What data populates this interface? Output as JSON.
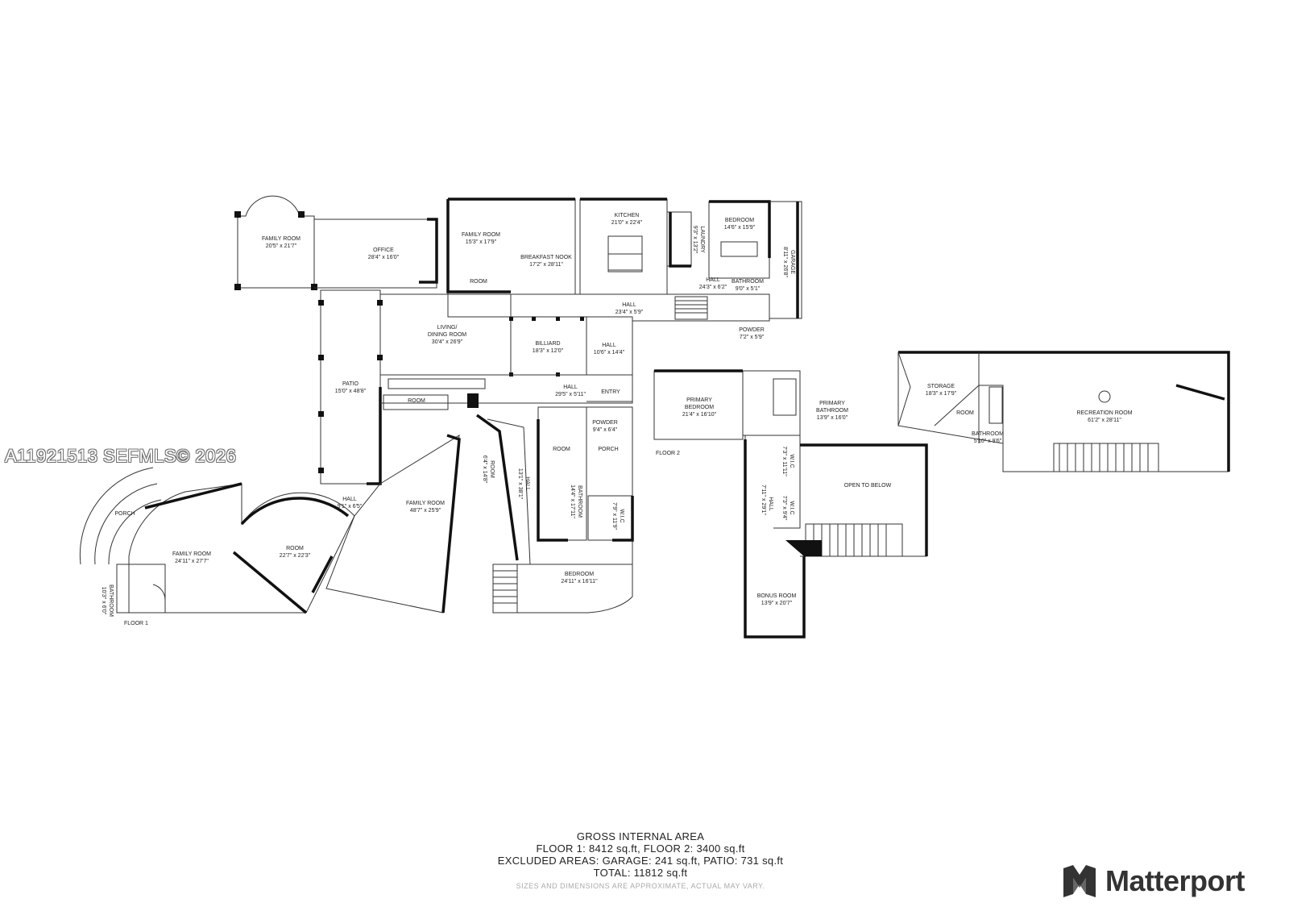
{
  "watermark": "A11921513  SEFMLS© 2026",
  "brand": {
    "name": "Matterport",
    "logo_icon": "matterport-logo-icon"
  },
  "area": {
    "title": "GROSS INTERNAL AREA",
    "line1": "FLOOR 1: 8412 sq.ft, FLOOR 2: 3400 sq.ft",
    "line2": "EXCLUDED AREAS: GARAGE: 241 sq.ft, PATIO: 731 sq.ft",
    "line3": "TOTAL: 11812 sq.ft",
    "disclaimer": "SIZES AND DIMENSIONS ARE APPROXIMATE, ACTUAL MAY VARY."
  },
  "floors": {
    "floor1": "FLOOR 1",
    "floor2": "FLOOR 2"
  },
  "rooms": {
    "family_room_nw": {
      "name": "FAMILY ROOM",
      "dim": "20'5\" x 21'7\""
    },
    "office": {
      "name": "OFFICE",
      "dim": "28'4\" x 16'0\""
    },
    "family_room_n": {
      "name": "FAMILY ROOM",
      "dim": "15'3\" x 17'9\""
    },
    "room_n": {
      "name": "ROOM",
      "dim": ""
    },
    "breakfast_nook": {
      "name": "BREAKFAST NOOK",
      "dim": "17'2\" x 28'11\""
    },
    "kitchen": {
      "name": "KITCHEN",
      "dim": "21'0\" x 22'4\""
    },
    "laundry": {
      "name": "LAUNDRY",
      "dim": "9'3\" x 13'2\""
    },
    "bedroom_ne": {
      "name": "BEDROOM",
      "dim": "14'6\" x 15'9\""
    },
    "garage": {
      "name": "GARAGE",
      "dim": "8'11\" x 26'8\""
    },
    "hall_ne": {
      "name": "HALL",
      "dim": "24'3\" x 6'2\""
    },
    "bathroom_ne": {
      "name": "BATHROOM",
      "dim": "9'0\" x 5'1\""
    },
    "hall_n": {
      "name": "HALL",
      "dim": "23'4\" x 5'9\""
    },
    "powder_n": {
      "name": "POWDER",
      "dim": "7'2\" x 5'9\""
    },
    "living_dining": {
      "name1": "LIVING/",
      "name2": "DINING ROOM",
      "dim": "30'4\" x 26'9\""
    },
    "billiard": {
      "name": "BILLIARD",
      "dim": "18'3\" x 12'0\""
    },
    "hall_e": {
      "name": "HALL",
      "dim": "10'6\" x 14'4\""
    },
    "patio": {
      "name": "PATIO",
      "dim": "15'0\" x 48'8\""
    },
    "hall_mid": {
      "name": "HALL",
      "dim": "29'5\" x 5'11\""
    },
    "entry": {
      "name": "ENTRY",
      "dim": ""
    },
    "room_mid": {
      "name": "ROOM",
      "dim": ""
    },
    "powder_s": {
      "name": "POWDER",
      "dim": "9'4\" x 6'4\""
    },
    "porch_e": {
      "name": "PORCH",
      "dim": ""
    },
    "room_small": {
      "name": "ROOM",
      "dim": ""
    },
    "room_angled": {
      "name": "ROOM",
      "dim": "6'4\" x 14'8\""
    },
    "hall_angled": {
      "name": "HALL",
      "dim": "13'1\" x 38'1\""
    },
    "bathroom_s": {
      "name": "BATHROOM",
      "dim": "14'4\" x 17'11\""
    },
    "wic_s": {
      "name": "W.I.C",
      "dim": "7'9\" x 11'9\""
    },
    "hall_sw": {
      "name": "HALL",
      "dim": "9'1\" x 6'5\""
    },
    "family_room_c": {
      "name": "FAMILY ROOM",
      "dim": "48'7\" x 25'9\""
    },
    "porch_w": {
      "name": "PORCH",
      "dim": ""
    },
    "family_room_sw": {
      "name": "FAMILY ROOM",
      "dim": "24'11\" x 27'7\""
    },
    "room_arc": {
      "name": "ROOM",
      "dim": "22'7\" x 22'3\""
    },
    "bedroom_s": {
      "name": "BEDROOM",
      "dim": "24'11\" x 16'11\""
    },
    "bathroom_w": {
      "name": "BATHROOM",
      "dim": "10'3\" x 6'0\""
    },
    "primary_bedroom": {
      "name1": "PRIMARY",
      "name2": "BEDROOM",
      "dim": "21'4\" x 16'10\""
    },
    "primary_bathroom": {
      "name1": "PRIMARY",
      "name2": "BATHROOM",
      "dim": "13'9\" x 16'0\""
    },
    "wic_1": {
      "name": "W.I.C",
      "dim": "7'3\" x 11'11\""
    },
    "wic_2": {
      "name": "W.I.C",
      "dim": "7'3\" x 9'4\""
    },
    "hall_f2": {
      "name": "HALL",
      "dim": "7'11\" x 29'1\""
    },
    "open_below": {
      "name": "OPEN TO BELOW",
      "dim": ""
    },
    "bonus_room": {
      "name": "BONUS ROOM",
      "dim": "13'9\" x 20'7\""
    },
    "storage": {
      "name": "STORAGE",
      "dim": "18'3\" x 17'9\""
    },
    "room_f3": {
      "name": "ROOM",
      "dim": ""
    },
    "bathroom_f3": {
      "name": "BATHROOM",
      "dim": "5'10\" x 9'6\""
    },
    "recreation_room": {
      "name": "RECREATION ROOM",
      "dim": "61'2\" x 28'11\""
    }
  }
}
